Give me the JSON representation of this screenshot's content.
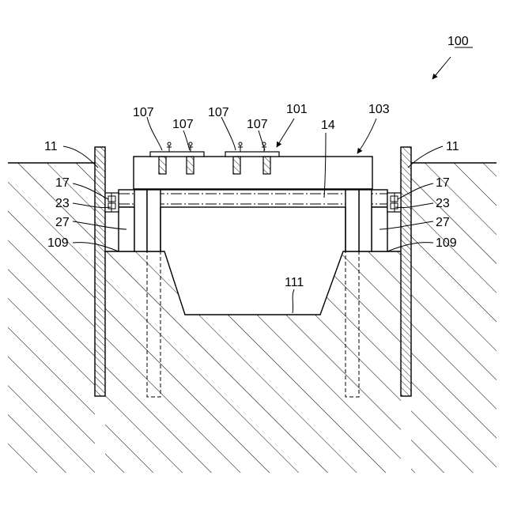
{
  "figure": {
    "labels": {
      "assembly": "100",
      "track_unit": "101",
      "slab": "103",
      "fasteners": [
        "107",
        "107",
        "107",
        "107"
      ],
      "beam": "14",
      "wall_left": "11",
      "wall_right": "11",
      "part17_left": "17",
      "part17_right": "17",
      "part23_left": "23",
      "part23_right": "23",
      "part27_left": "27",
      "part27_right": "27",
      "part109_left": "109",
      "part109_right": "109",
      "trough": "111"
    }
  }
}
